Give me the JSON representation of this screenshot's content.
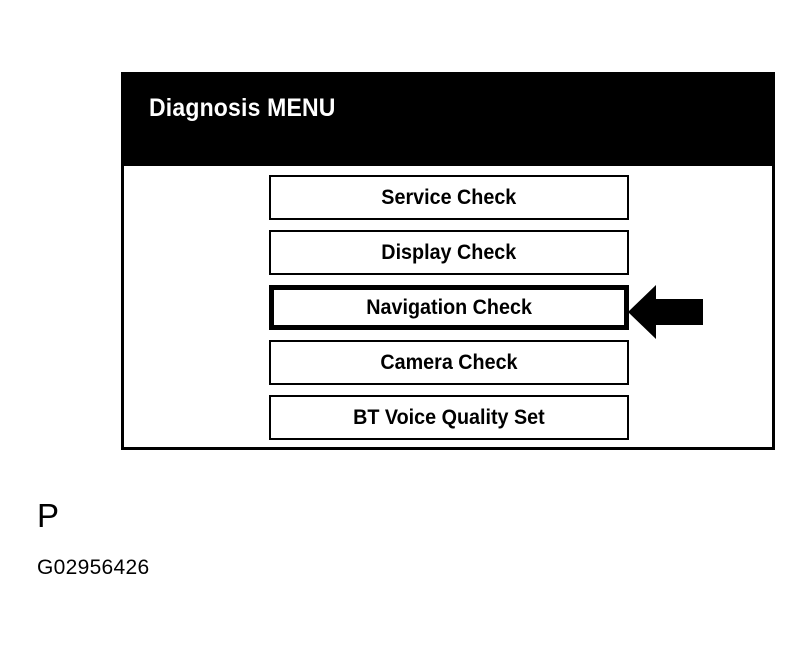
{
  "screen": {
    "title": "Diagnosis MENU",
    "menu_items": [
      {
        "label": "Service Check",
        "selected": false
      },
      {
        "label": "Display Check",
        "selected": false
      },
      {
        "label": "Navigation Check",
        "selected": true
      },
      {
        "label": "Camera Check",
        "selected": false
      },
      {
        "label": "BT Voice Quality Set",
        "selected": false
      }
    ],
    "pointer": {
      "icon": "arrow-left-icon",
      "points_to": "Navigation Check"
    }
  },
  "caption": {
    "letter": "P",
    "code": "G02956426"
  },
  "colors": {
    "background": "#ffffff",
    "foreground": "#000000",
    "title_bar_bg": "#000000",
    "title_text": "#ffffff"
  }
}
